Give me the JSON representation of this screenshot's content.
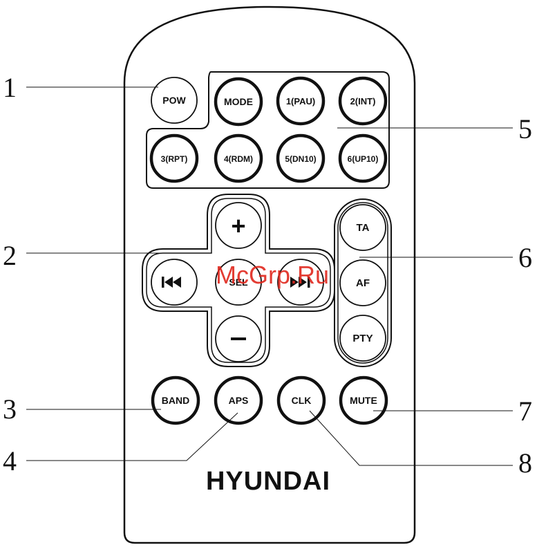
{
  "brand": "HYUNDAI",
  "watermark": "McGrp.Ru",
  "buttons": {
    "pow": "POW",
    "mode": "MODE",
    "b1": "1(PAU)",
    "b2": "2(INT)",
    "b3": "3(RPT)",
    "b4": "4(RDM)",
    "b5": "5(DN10)",
    "b6": "6(UP10)",
    "plus": "+",
    "minus": "–",
    "prev": "⏮",
    "sel": "SEL",
    "next": "⏭",
    "ta": "TA",
    "af": "AF",
    "pty": "PTY",
    "band": "BAND",
    "aps": "APS",
    "clk": "CLK",
    "mute": "MUTE"
  },
  "callouts": [
    "1",
    "2",
    "3",
    "4",
    "5",
    "6",
    "7",
    "8"
  ]
}
